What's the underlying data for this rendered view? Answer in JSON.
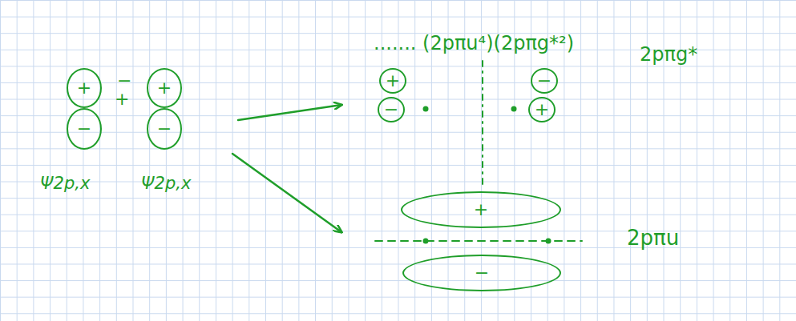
{
  "diagram": {
    "nodes": [
      {
        "text": [
          "+"
        ]
      },
      {
        "text": [
          "−"
        ]
      },
      {
        "text": [
          "+"
        ]
      },
      {
        "text": [
          "−"
        ]
      },
      {
        "text": [
          "+"
        ]
      },
      {
        "text": [
          "−"
        ]
      },
      {
        "text": [
          "−"
        ]
      },
      {
        "text": [
          "+"
        ]
      },
      {
        "text": [
          "+"
        ]
      },
      {
        "text": [
          "−"
        ]
      }
    ],
    "labels": [
      "....... (2pπu⁴)(2pπg*²)",
      "2pπg*",
      "−",
      "+",
      "Ψ2p,x",
      "Ψ2p,x",
      "2pπu"
    ]
  }
}
